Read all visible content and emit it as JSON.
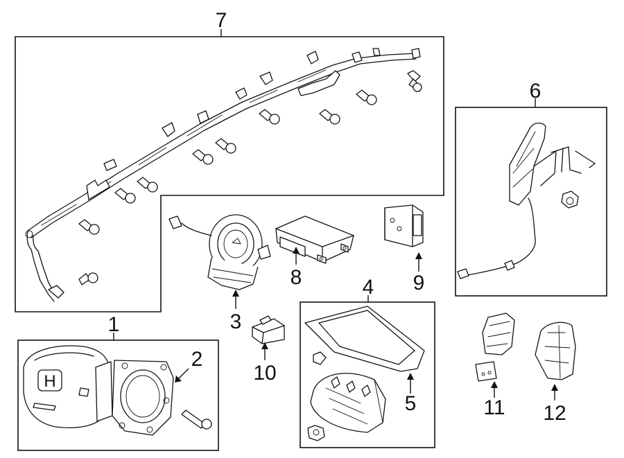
{
  "callouts": {
    "c1": "1",
    "c2": "2",
    "c3": "3",
    "c4": "4",
    "c5": "5",
    "c6": "6",
    "c7": "7",
    "c8": "8",
    "c9": "9",
    "c10": "10",
    "c11": "11",
    "c12": "12"
  },
  "icons": {
    "curtain_airbag": "curtain-airbag-icon",
    "driver_airbag": "steering-wheel-airbag-icon",
    "clockspring": "clockspring-icon",
    "sensor_module": "control-module-icon",
    "seat_airbag": "seat-side-airbag-icon",
    "passenger_airbag": "passenger-airbag-icon",
    "bolt": "bolt-icon",
    "nut": "nut-icon",
    "bracket": "bracket-icon",
    "connector": "connector-icon"
  },
  "colors": {
    "line": "#111111",
    "background": "#ffffff"
  }
}
